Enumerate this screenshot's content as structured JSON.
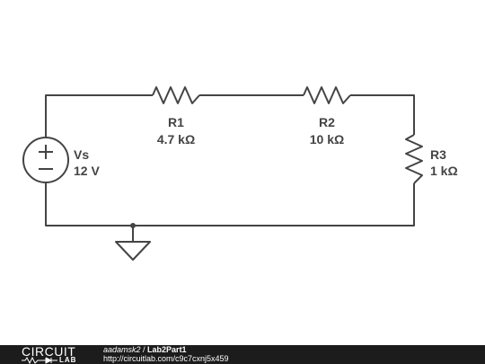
{
  "circuit": {
    "source": {
      "name": "Vs",
      "value": "12 V"
    },
    "resistors": [
      {
        "name": "R1",
        "value": "4.7 kΩ"
      },
      {
        "name": "R2",
        "value": "10 kΩ"
      },
      {
        "name": "R3",
        "value": "1 kΩ"
      }
    ]
  },
  "footer": {
    "logo_top": "CIRCUIT",
    "logo_bottom": "LAB",
    "username": "aadamsk2",
    "separator": " / ",
    "project": "Lab2Part1",
    "url": "http://circuitlab.com/c9c7cxnj5x459"
  },
  "colors": {
    "wire": "#444444",
    "footer_bg": "#1c1c1c",
    "footer_text": "#ffffff"
  }
}
